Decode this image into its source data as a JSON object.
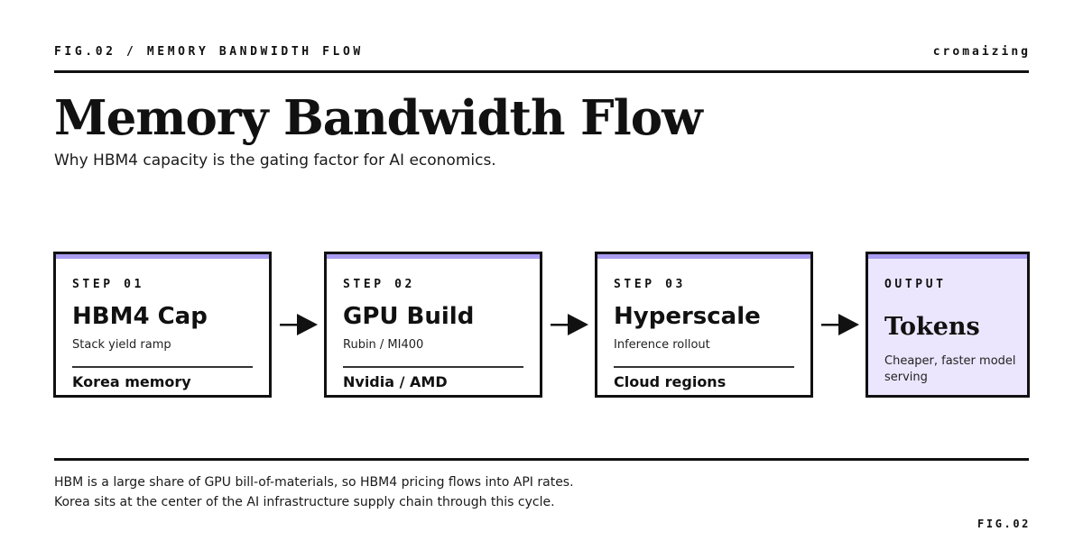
{
  "header": {
    "figure_label": "FIG.02 / MEMORY BANDWIDTH FLOW",
    "brand": "cromaizing"
  },
  "title": "Memory Bandwidth Flow",
  "subtitle": "Why HBM4 capacity is the gating factor for AI economics.",
  "steps": [
    {
      "step": "STEP 01",
      "title": "HBM4 Cap",
      "description": "Stack yield ramp",
      "footer": "Korea memory"
    },
    {
      "step": "STEP 02",
      "title": "GPU Build",
      "description": "Rubin / MI400",
      "footer": "Nvidia / AMD"
    },
    {
      "step": "STEP 03",
      "title": "Hyperscale",
      "description": "Inference rollout",
      "footer": "Cloud regions"
    }
  ],
  "output": {
    "label": "OUTPUT",
    "title": "Tokens",
    "description": "Cheaper, faster model serving"
  },
  "footnote": {
    "line1": "HBM is a large share of GPU bill-of-materials, so HBM4 pricing flows into API rates.",
    "line2": "Korea sits at the center of the AI infrastructure supply chain through this cycle."
  },
  "figure_code": "FIG.02",
  "colors": {
    "ink": "#111111",
    "accent": "#a99cf2",
    "output_fill": "#ebe6fd"
  },
  "icons": {
    "flow_arrow": "right-arrow-icon"
  }
}
